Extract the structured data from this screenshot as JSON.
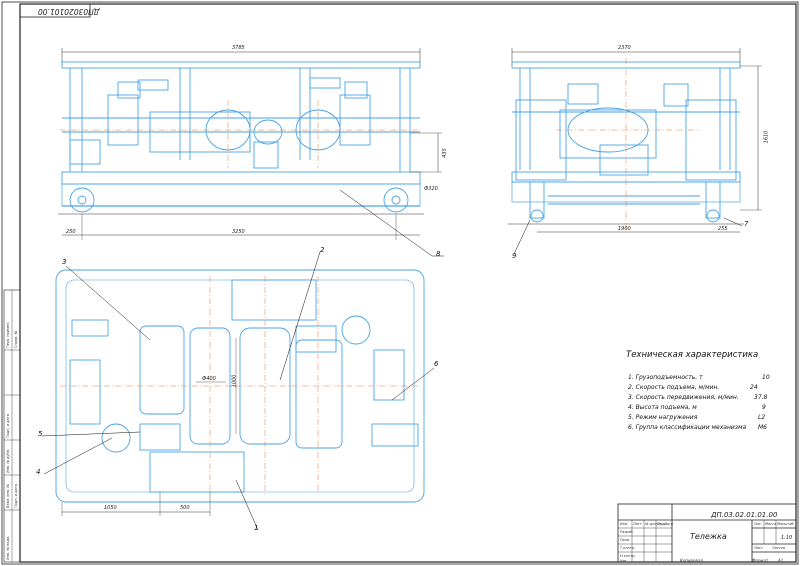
{
  "drawing": {
    "code_top": "ДП03020101.00",
    "title_block": {
      "code": "ДП.03.02.01.01.00",
      "name": "Тележка",
      "col_lit": "Лит.",
      "col_mass": "Масса",
      "col_scale": "Масштаб",
      "scale": "1:10",
      "sheet": "Лист",
      "sheets": "Листов",
      "row_labels": [
        "Изм.",
        "Лист",
        "№ докум.",
        "Подп.",
        "Дата",
        "Разраб.",
        "Пров.",
        "Т.контр.",
        "Н.контр.",
        "Утв."
      ],
      "copied": "Копировал",
      "format": "Формат",
      "format_value": "А1"
    },
    "side_stamp": [
      "Перв. примен.",
      "Справ. №",
      "Подп. и дата",
      "Инв. № дубл.",
      "Взам. инв. №",
      "Подп. и дата",
      "Инв. № подл."
    ]
  },
  "dimensions": {
    "front_overall": "3785",
    "front_left_offset": "250",
    "front_wheelbase": "3250",
    "front_height": "435",
    "front_wheel_dia": "Ф320",
    "side_overall": "2370",
    "side_height": "1610",
    "side_gauge": "1900",
    "side_offset": "255",
    "plan_dia": "Ф400",
    "plan_drum_len": "1000",
    "plan_left": "1050",
    "plan_mid": "500"
  },
  "leaders": [
    "1",
    "2",
    "3",
    "4",
    "5",
    "6",
    "7",
    "8",
    "9"
  ],
  "specs": {
    "title": "Техническая характеристика",
    "lines": [
      {
        "label": "1. Грузоподъемность, т",
        "value": "10"
      },
      {
        "label": "2. Скорость подъема, м/мин.",
        "value": "24"
      },
      {
        "label": "3. Скорость передвижения, м/мин.",
        "value": "37.8"
      },
      {
        "label": "4. Высота подъема, м",
        "value": "9"
      },
      {
        "label": "5. Режим нагружения",
        "value": "L2"
      },
      {
        "label": "6. Группа классификации механизма",
        "value": "M6"
      }
    ]
  },
  "colors": {
    "part": "#4aa3e6",
    "frame": "#2e86d6",
    "axis": "#e87a3a",
    "ink": "#111111"
  }
}
